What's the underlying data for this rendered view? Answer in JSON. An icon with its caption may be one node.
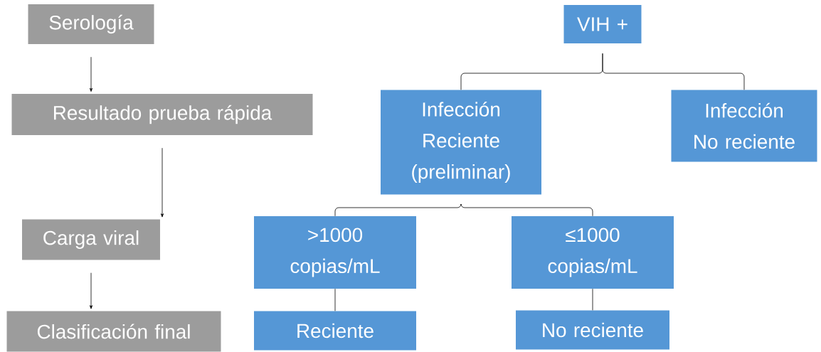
{
  "diagram": {
    "nodes": [
      {
        "text": [
          "Serología"
        ]
      },
      {
        "text": [
          "Resultado prueba rápida"
        ]
      },
      {
        "text": [
          "Carga viral"
        ]
      },
      {
        "text": [
          "Clasificación final"
        ]
      },
      {
        "text": [
          "VIH +"
        ]
      },
      {
        "text": [
          "Infección Reciente (preliminar)"
        ]
      },
      {
        "text": [
          "Infección No reciente"
        ]
      },
      {
        "text": [
          ">1000 copias/mL"
        ]
      },
      {
        "text": [
          "≤1000 copias/mL"
        ]
      },
      {
        "text": [
          "Reciente"
        ]
      },
      {
        "text": [
          "No reciente"
        ]
      }
    ],
    "edges": [
      {
        "from": 0,
        "to": 1,
        "arrow": "to"
      },
      {
        "from": 1,
        "to": 2,
        "arrow": "to"
      },
      {
        "from": 2,
        "to": 3,
        "arrow": "to"
      },
      {
        "from": 4,
        "to": 5,
        "arrow": "none"
      },
      {
        "from": 4,
        "to": 6,
        "arrow": "none"
      },
      {
        "from": 5,
        "to": 7,
        "arrow": "none"
      },
      {
        "from": 5,
        "to": 8,
        "arrow": "none"
      },
      {
        "from": 7,
        "to": 9,
        "arrow": "none"
      },
      {
        "from": 8,
        "to": 10,
        "arrow": "none"
      }
    ]
  }
}
